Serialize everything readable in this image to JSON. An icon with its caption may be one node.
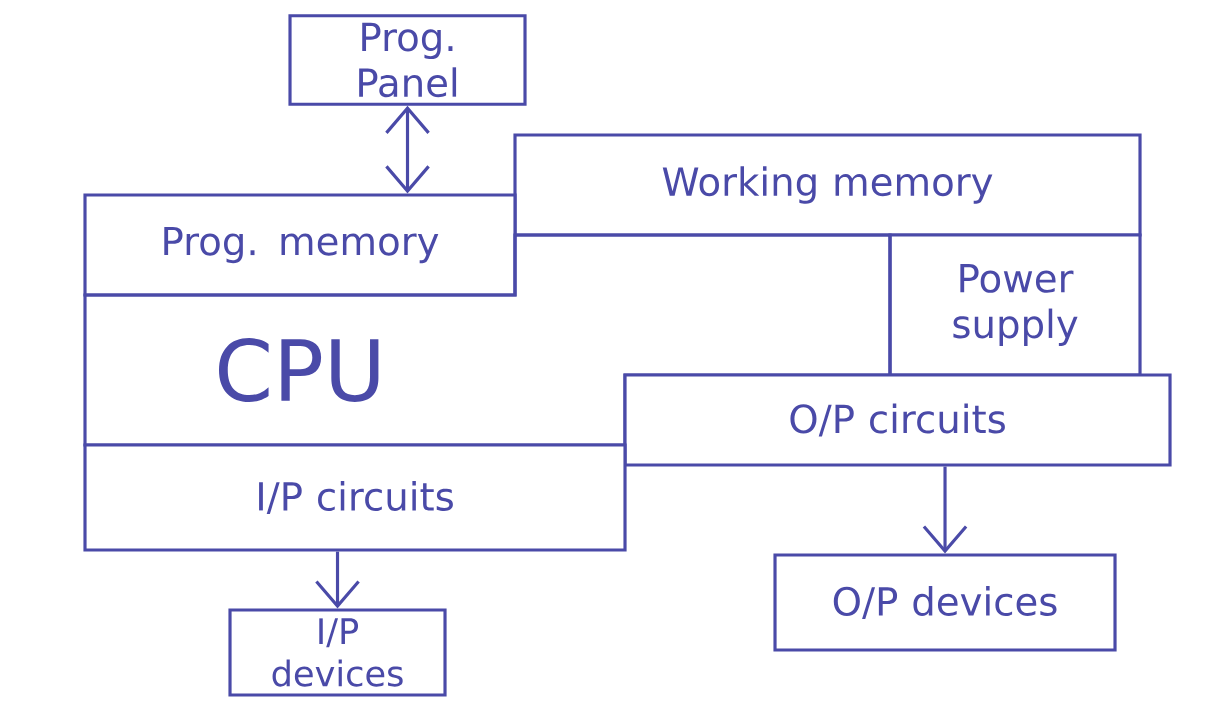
{
  "diagram": {
    "nodes": [
      {
        "text": [
          "Prog. Panel"
        ]
      },
      {
        "text": [
          "Working memory"
        ]
      },
      {
        "text": [
          "Prog. memory"
        ]
      },
      {
        "text": [
          "Power supply"
        ]
      },
      {
        "text": [
          "CPU"
        ]
      },
      {
        "text": [
          "O/P circuits"
        ]
      },
      {
        "text": [
          "I/P circuits"
        ]
      },
      {
        "text": [
          "I/P devices"
        ]
      },
      {
        "text": [
          "O/P devices"
        ]
      }
    ],
    "edges": [
      {
        "from": 0,
        "to": 2,
        "arrow": "both"
      },
      {
        "from": 6,
        "to": 7,
        "arrow": "to"
      },
      {
        "from": 5,
        "to": 8,
        "arrow": "to"
      }
    ]
  }
}
